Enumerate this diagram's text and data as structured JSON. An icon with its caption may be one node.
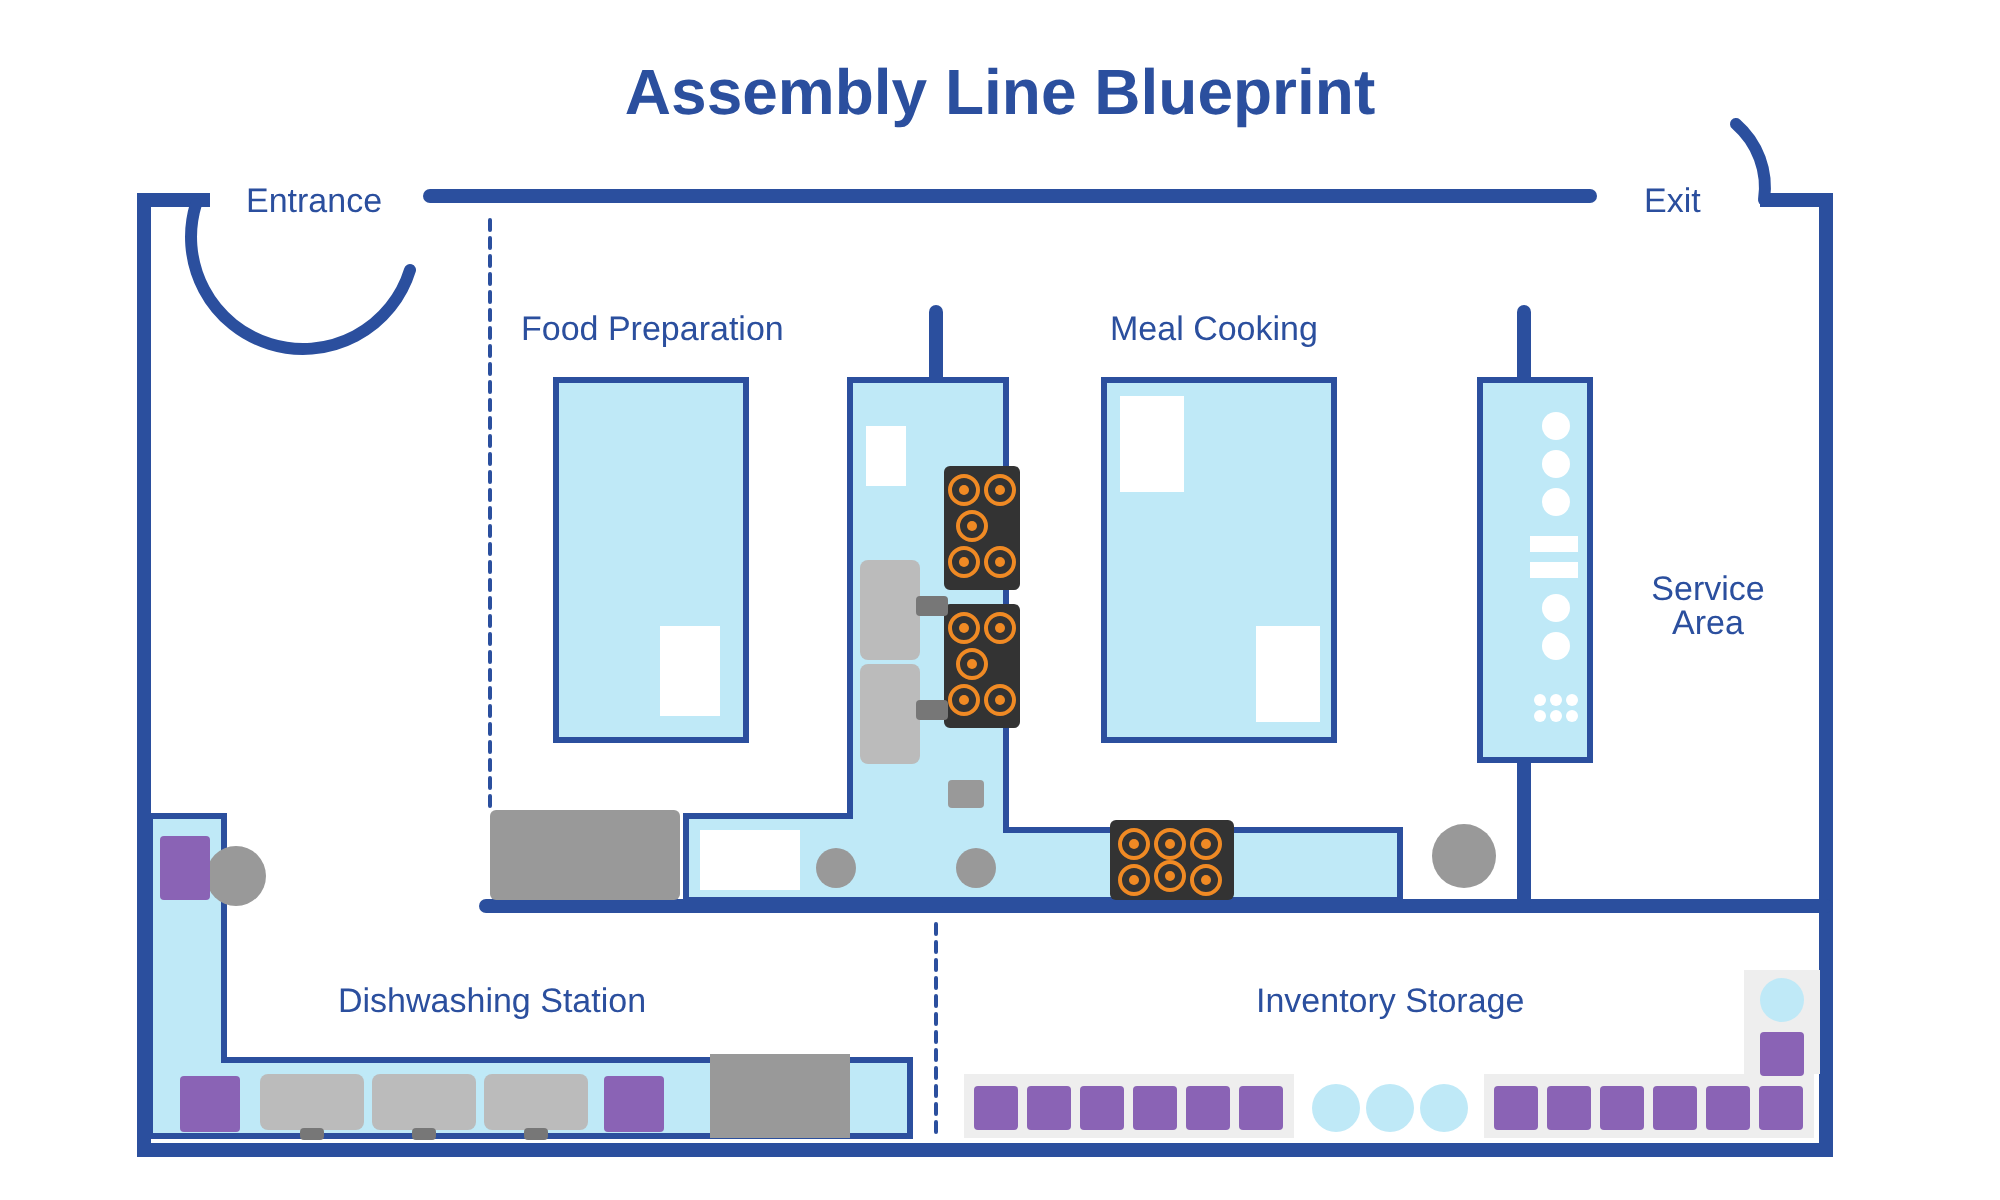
{
  "diagram": {
    "title": "Assembly Line Blueprint",
    "labels": [
      "Entrance",
      "Exit",
      "Food Preparation",
      "Meal Cooking",
      "Service Area",
      "Dishwashing Station",
      "Inventory Storage"
    ]
  }
}
